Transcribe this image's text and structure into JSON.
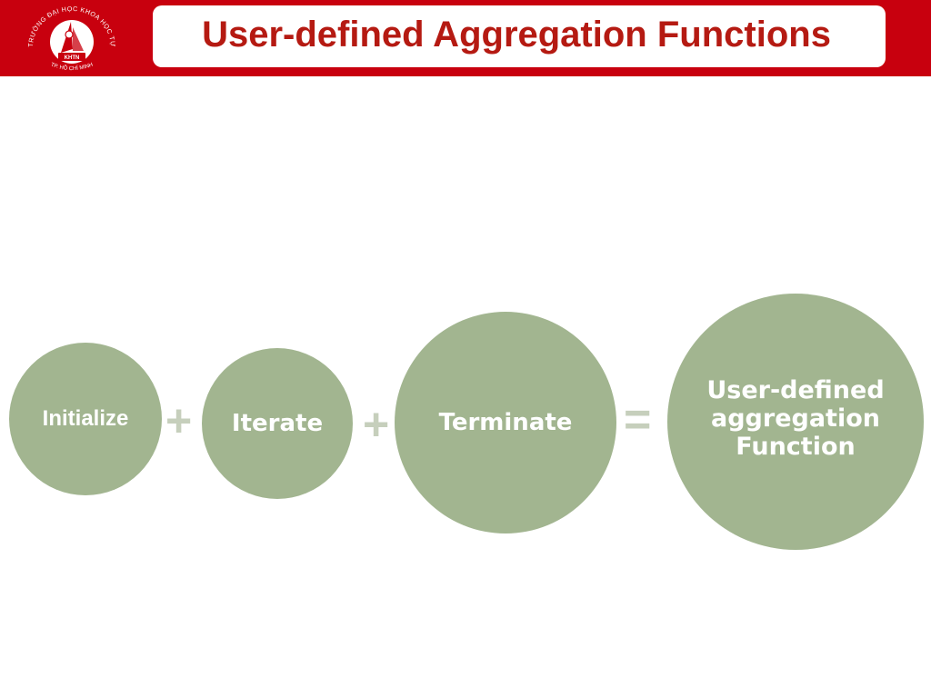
{
  "header": {
    "title": "User-defined Aggregation Functions",
    "logo": {
      "top_text": "TRƯỜNG ĐẠI HỌC KHOA HỌC TỰ NHIÊN",
      "bottom_text": "TP. HỒ CHÍ MINH",
      "badge": "KHTN"
    }
  },
  "diagram": {
    "nodes": [
      {
        "label": "Initialize"
      },
      {
        "label": "Iterate"
      },
      {
        "label": "Terminate"
      },
      {
        "label": "User-defined aggregation Function"
      }
    ],
    "operators": [
      "+",
      "+",
      "="
    ],
    "colors": {
      "node_fill": "#a2b590",
      "operator": "#c6cfbc",
      "header_red": "#c8000e",
      "title_text": "#b51a12"
    }
  }
}
